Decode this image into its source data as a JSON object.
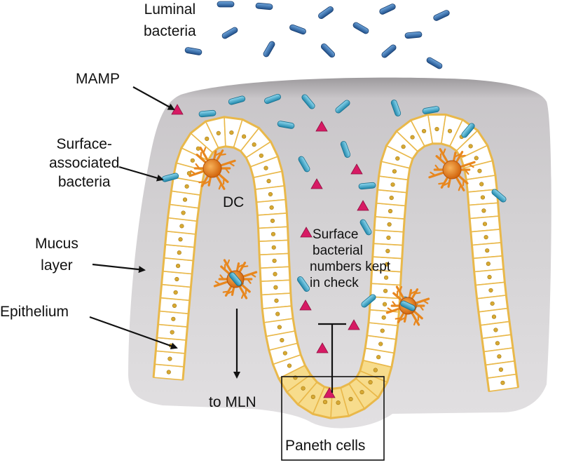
{
  "labels": {
    "luminal_bacteria": [
      "Luminal",
      "bacteria"
    ],
    "mamp": "MAMP",
    "surface_associated_bacteria": [
      "Surface-",
      "associated",
      "bacteria"
    ],
    "dc": "DC",
    "mucus_layer": [
      "Mucus",
      "layer"
    ],
    "epithelium": "Epithelium",
    "to_mln": "to MLN",
    "surface_numbers": [
      "Surface",
      "bacterial",
      "numbers kept",
      "in check"
    ],
    "paneth_cells": "Paneth cells"
  },
  "colors": {
    "mucus": "#cfcdcf",
    "epithelium_outline": "#e9b84a",
    "cell_fill": "#ffffff",
    "paneth_fill": "#f7dc8c",
    "nucleus": "#d7a933",
    "luminal_bacteria": "#2f6fb1",
    "surface_bacteria": "#34a9cf",
    "mamp": "#d71a64",
    "dendritic_cell": "#e8871e",
    "arrow": "#111111"
  },
  "icons": [
    "bacterium-icon",
    "mamp-triangle-icon",
    "dendritic-cell-icon"
  ]
}
